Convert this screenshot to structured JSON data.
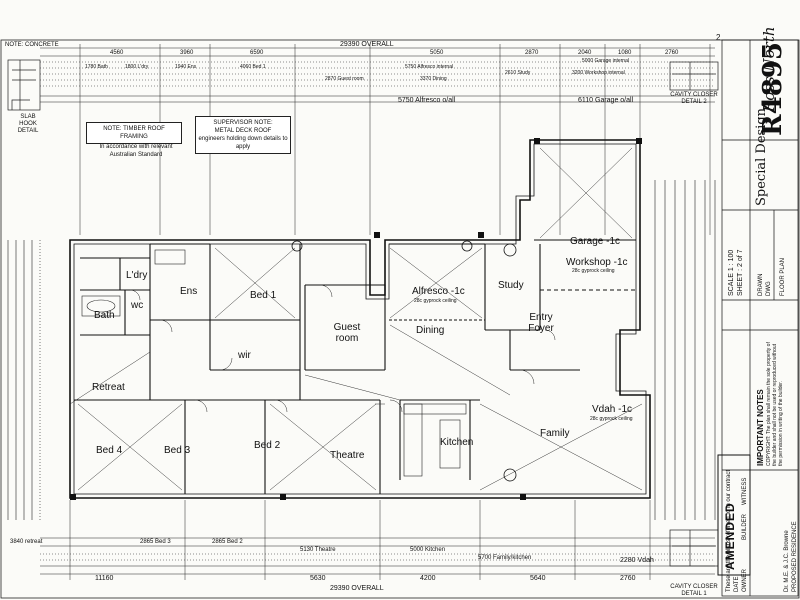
{
  "header": {
    "note_concrete": "NOTE: CONCRETE",
    "overall_top": "29390 OVERALL",
    "top_dims": [
      "4560",
      "3960",
      "6590",
      "5050",
      "2870",
      "2040",
      "1080",
      "2760"
    ],
    "top_lines": [
      {
        "text": "1780 Bath"
      },
      {
        "text": "1800 L'dry"
      },
      {
        "text": "1940 Ens"
      },
      {
        "text": "4060 Bed 1"
      },
      {
        "text": "2870 Guest room"
      },
      {
        "text": "3370 Dining"
      },
      {
        "text": "5750 Alfresco internal"
      },
      {
        "text": "2610 Study"
      },
      {
        "text": "3200 Workshop internal"
      },
      {
        "text": "5000 Garage internal"
      }
    ],
    "alfresco_oa": "5750 Alfresco o/all",
    "garage_oa": "6110 Garage o/all",
    "sheet_number": "2"
  },
  "notes": {
    "timber_roof": "NOTE: TIMBER ROOF FRAMING",
    "accordance": "In accordance with relevant Australian Standard",
    "supervisor_1": "SUPERVISOR NOTE:",
    "supervisor_2": "METAL DECK ROOF",
    "supervisor_3": "engineers holding down details to apply",
    "slab_hook": "SLAB HOOK DETAIL",
    "cavity_closer_1": "CAVITY CLOSER DETAIL 1",
    "cavity_closer_2": "CAVITY CLOSER DETAIL 2",
    "amended": "AMENDED"
  },
  "rooms": {
    "bed1": "Bed 1",
    "ens": "Ens",
    "ldry": "L'dry",
    "bath": "Bath",
    "wc": "wc",
    "guest": "Guest room",
    "wir": "wir",
    "retreat": "Retreat",
    "bed4": "Bed 4",
    "bed3": "Bed 3",
    "bed2": "Bed 2",
    "theatre": "Theatre",
    "dining": "Dining",
    "alfresco": "Alfresco -1c",
    "alfresco_sub": "28c gyprock ceiling",
    "study": "Study",
    "entry": "Entry Foyer",
    "garage": "Garage -1c",
    "workshop": "Workshop -1c",
    "workshop_sub": "28c gyprock ceiling",
    "kitchen": "Kitchen",
    "family": "Family",
    "vdah": "Vdah -1c",
    "vdah_sub": "28c gyprock ceiling"
  },
  "bottom": {
    "overall_bottom": "29390 OVERALL",
    "bottom_dims": [
      "11160",
      "5630",
      "4200",
      "5640",
      "2760"
    ],
    "bottom_lines": [
      "3840 retreat",
      "2865 Bed 3",
      "2865 Bed 2",
      "5130 Theatre",
      "5000 Kitchen",
      "5700 Family/kitchen"
    ],
    "verandah": "2280 Vdah"
  },
  "title_block": {
    "company": "Special Design",
    "job_no": "R4895",
    "signature": "Ross North",
    "sheet_info": "SHEET : 2 of 7",
    "scale": "SCALE 1 : 100",
    "drawn": "DRAWN",
    "dwg": "DWG",
    "elevation": "FLOOR PLAN",
    "important_notes": "IMPORTANT NOTES",
    "copyright": "COPYRIGHT: The plan shall remain the sole property of the builder and shall not be used or reproduced without the permission in writing of the builder.",
    "client": "Dr. M.E. & J.C. Browne",
    "proposed": "PROPOSED RESIDENCE",
    "owner": "OWNER",
    "builder": "BUILDER",
    "witness": "WITNESS",
    "date": "DATE",
    "plans_ref": "These are the plans referred to in our contract"
  }
}
